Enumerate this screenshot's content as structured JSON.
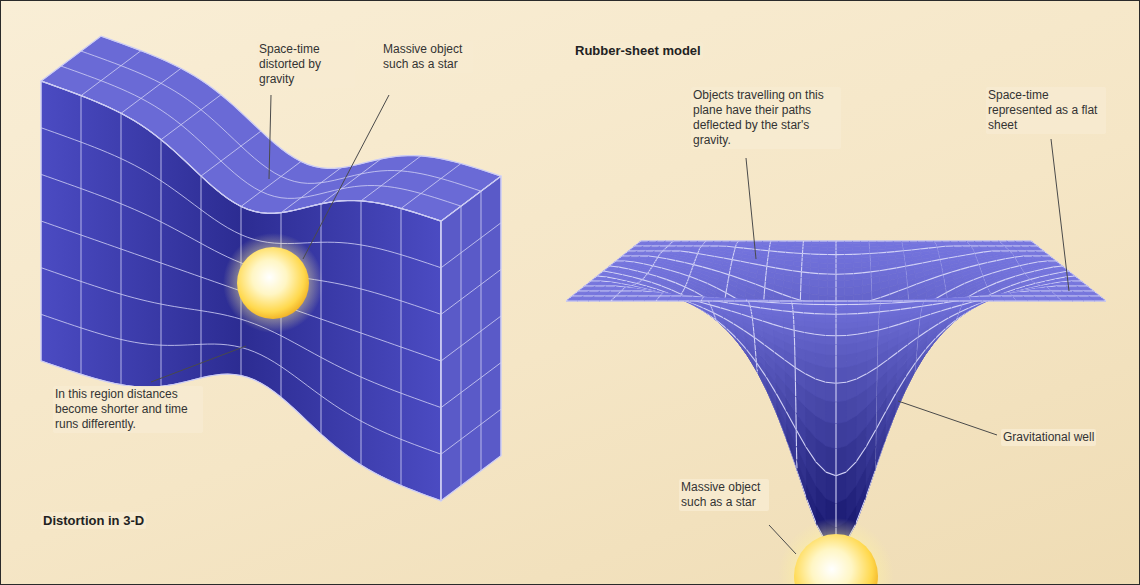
{
  "diagram": {
    "labels": [
      "Space-time distorted by gravity",
      "Massive object such as a star",
      "In this region distances become shorter and time runs differently.",
      "Distortion in 3-D",
      "Rubber-sheet model",
      "Objects travelling on this plane have their paths deflected by the star's gravity.",
      "Space-time represented as a flat sheet",
      "Gravitational well",
      "Massive object such as a star"
    ]
  }
}
